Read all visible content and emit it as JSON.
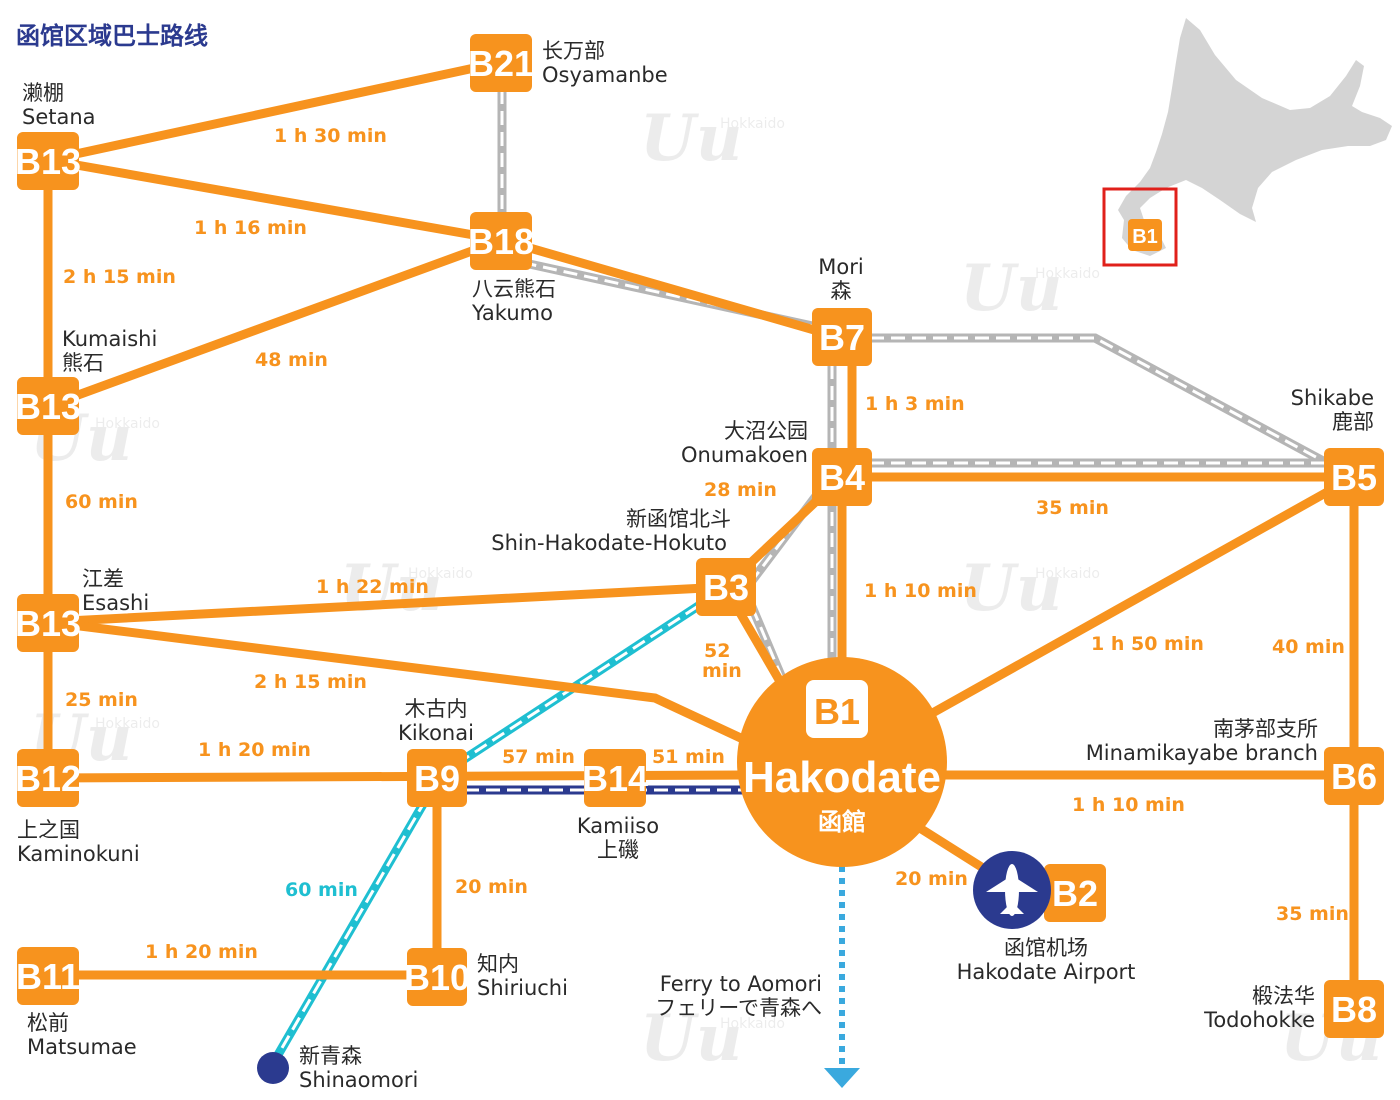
{
  "title": "函馆区域巴士路线",
  "colors": {
    "orange": "#f7931e",
    "rail_gray": "#b5b5b5",
    "teal": "#1fbfd1",
    "navy": "#2b3a8f",
    "inset_frame": "#e0201b"
  },
  "watermark": {
    "logo": "Uu",
    "small": "Hokkaido"
  },
  "hub": {
    "code": "B1",
    "name_en": "Hakodate",
    "name_ja": "函館"
  },
  "stations": {
    "b21": {
      "code": "B21",
      "name_cn": "长万部",
      "name_en": "Osyamanbe"
    },
    "b13_setana": {
      "code": "B13",
      "name_cn": "濑棚",
      "name_en": "Setana"
    },
    "b18": {
      "code": "B18",
      "name_cn": "八云熊石",
      "name_en": "Yakumo"
    },
    "b13_kumaishi": {
      "code": "B13",
      "name_en": "Kumaishi",
      "name_cn": "熊石"
    },
    "b7": {
      "code": "B7",
      "name_en": "Mori",
      "name_cn": "森"
    },
    "b4": {
      "code": "B4",
      "name_cn": "大沼公园",
      "name_en": "Onumakoen"
    },
    "b5": {
      "code": "B5",
      "name_en": "Shikabe",
      "name_cn": "鹿部"
    },
    "b3": {
      "code": "B3",
      "name_cn": "新函馆北斗",
      "name_en": "Shin-Hakodate-Hokuto"
    },
    "b13_esashi": {
      "code": "B13",
      "name_cn": "江差",
      "name_en": "Esashi"
    },
    "b9": {
      "code": "B9",
      "name_cn": "木古内",
      "name_en": "Kikonai"
    },
    "b12": {
      "code": "B12",
      "name_cn": "上之国",
      "name_en": "Kaminokuni"
    },
    "b14": {
      "code": "B14",
      "name_en": "Kamiiso",
      "name_cn": "上磯"
    },
    "b6": {
      "code": "B6",
      "name_cn": "南茅部支所",
      "name_en": "Minamikayabe branch"
    },
    "b2": {
      "code": "B2",
      "name_cn": "函馆机场",
      "name_en": "Hakodate Airport"
    },
    "b11": {
      "code": "B11",
      "name_cn": "松前",
      "name_en": "Matsumae"
    },
    "b10": {
      "code": "B10",
      "name_cn": "知内",
      "name_en": "Shiriuchi"
    },
    "b8": {
      "code": "B8",
      "name_cn": "椴法华",
      "name_en": "Todohokke"
    },
    "shinaomori": {
      "name_cn": "新青森",
      "name_en": "Shinaomori"
    }
  },
  "times": {
    "setana_b21": "1 h 30 min",
    "setana_b18": "1 h 16 min",
    "setana_kumaishi": "2 h 15 min",
    "kumaishi_b18": "48 min",
    "kumaishi_esashi": "60 min",
    "b7_b4": "1 h 3 min",
    "b4_b3": "28 min",
    "b4_b5": "35 min",
    "esashi_b3": "1 h 22 min",
    "b4_b1": "1 h 10 min",
    "b5_b1": "1 h 50 min",
    "b5_b6": "40 min",
    "b3_b1_line1": "52",
    "b3_b1_line2": "min",
    "esashi_b1": "2 h 15 min",
    "esashi_b12": "25 min",
    "b12_b9": "1 h 20 min",
    "b9_b14": "57 min",
    "b14_b1": "51 min",
    "b1_b6": "1 h 10 min",
    "b9_shinaomori": "60 min",
    "b9_b10": "20 min",
    "b1_b2": "20 min",
    "b6_b8": "35 min",
    "b11_b10": "1 h 20 min"
  },
  "ferry": {
    "en": "Ferry to Aomori",
    "ja": "フェリーで青森へ"
  },
  "inset": {
    "code": "B1"
  }
}
